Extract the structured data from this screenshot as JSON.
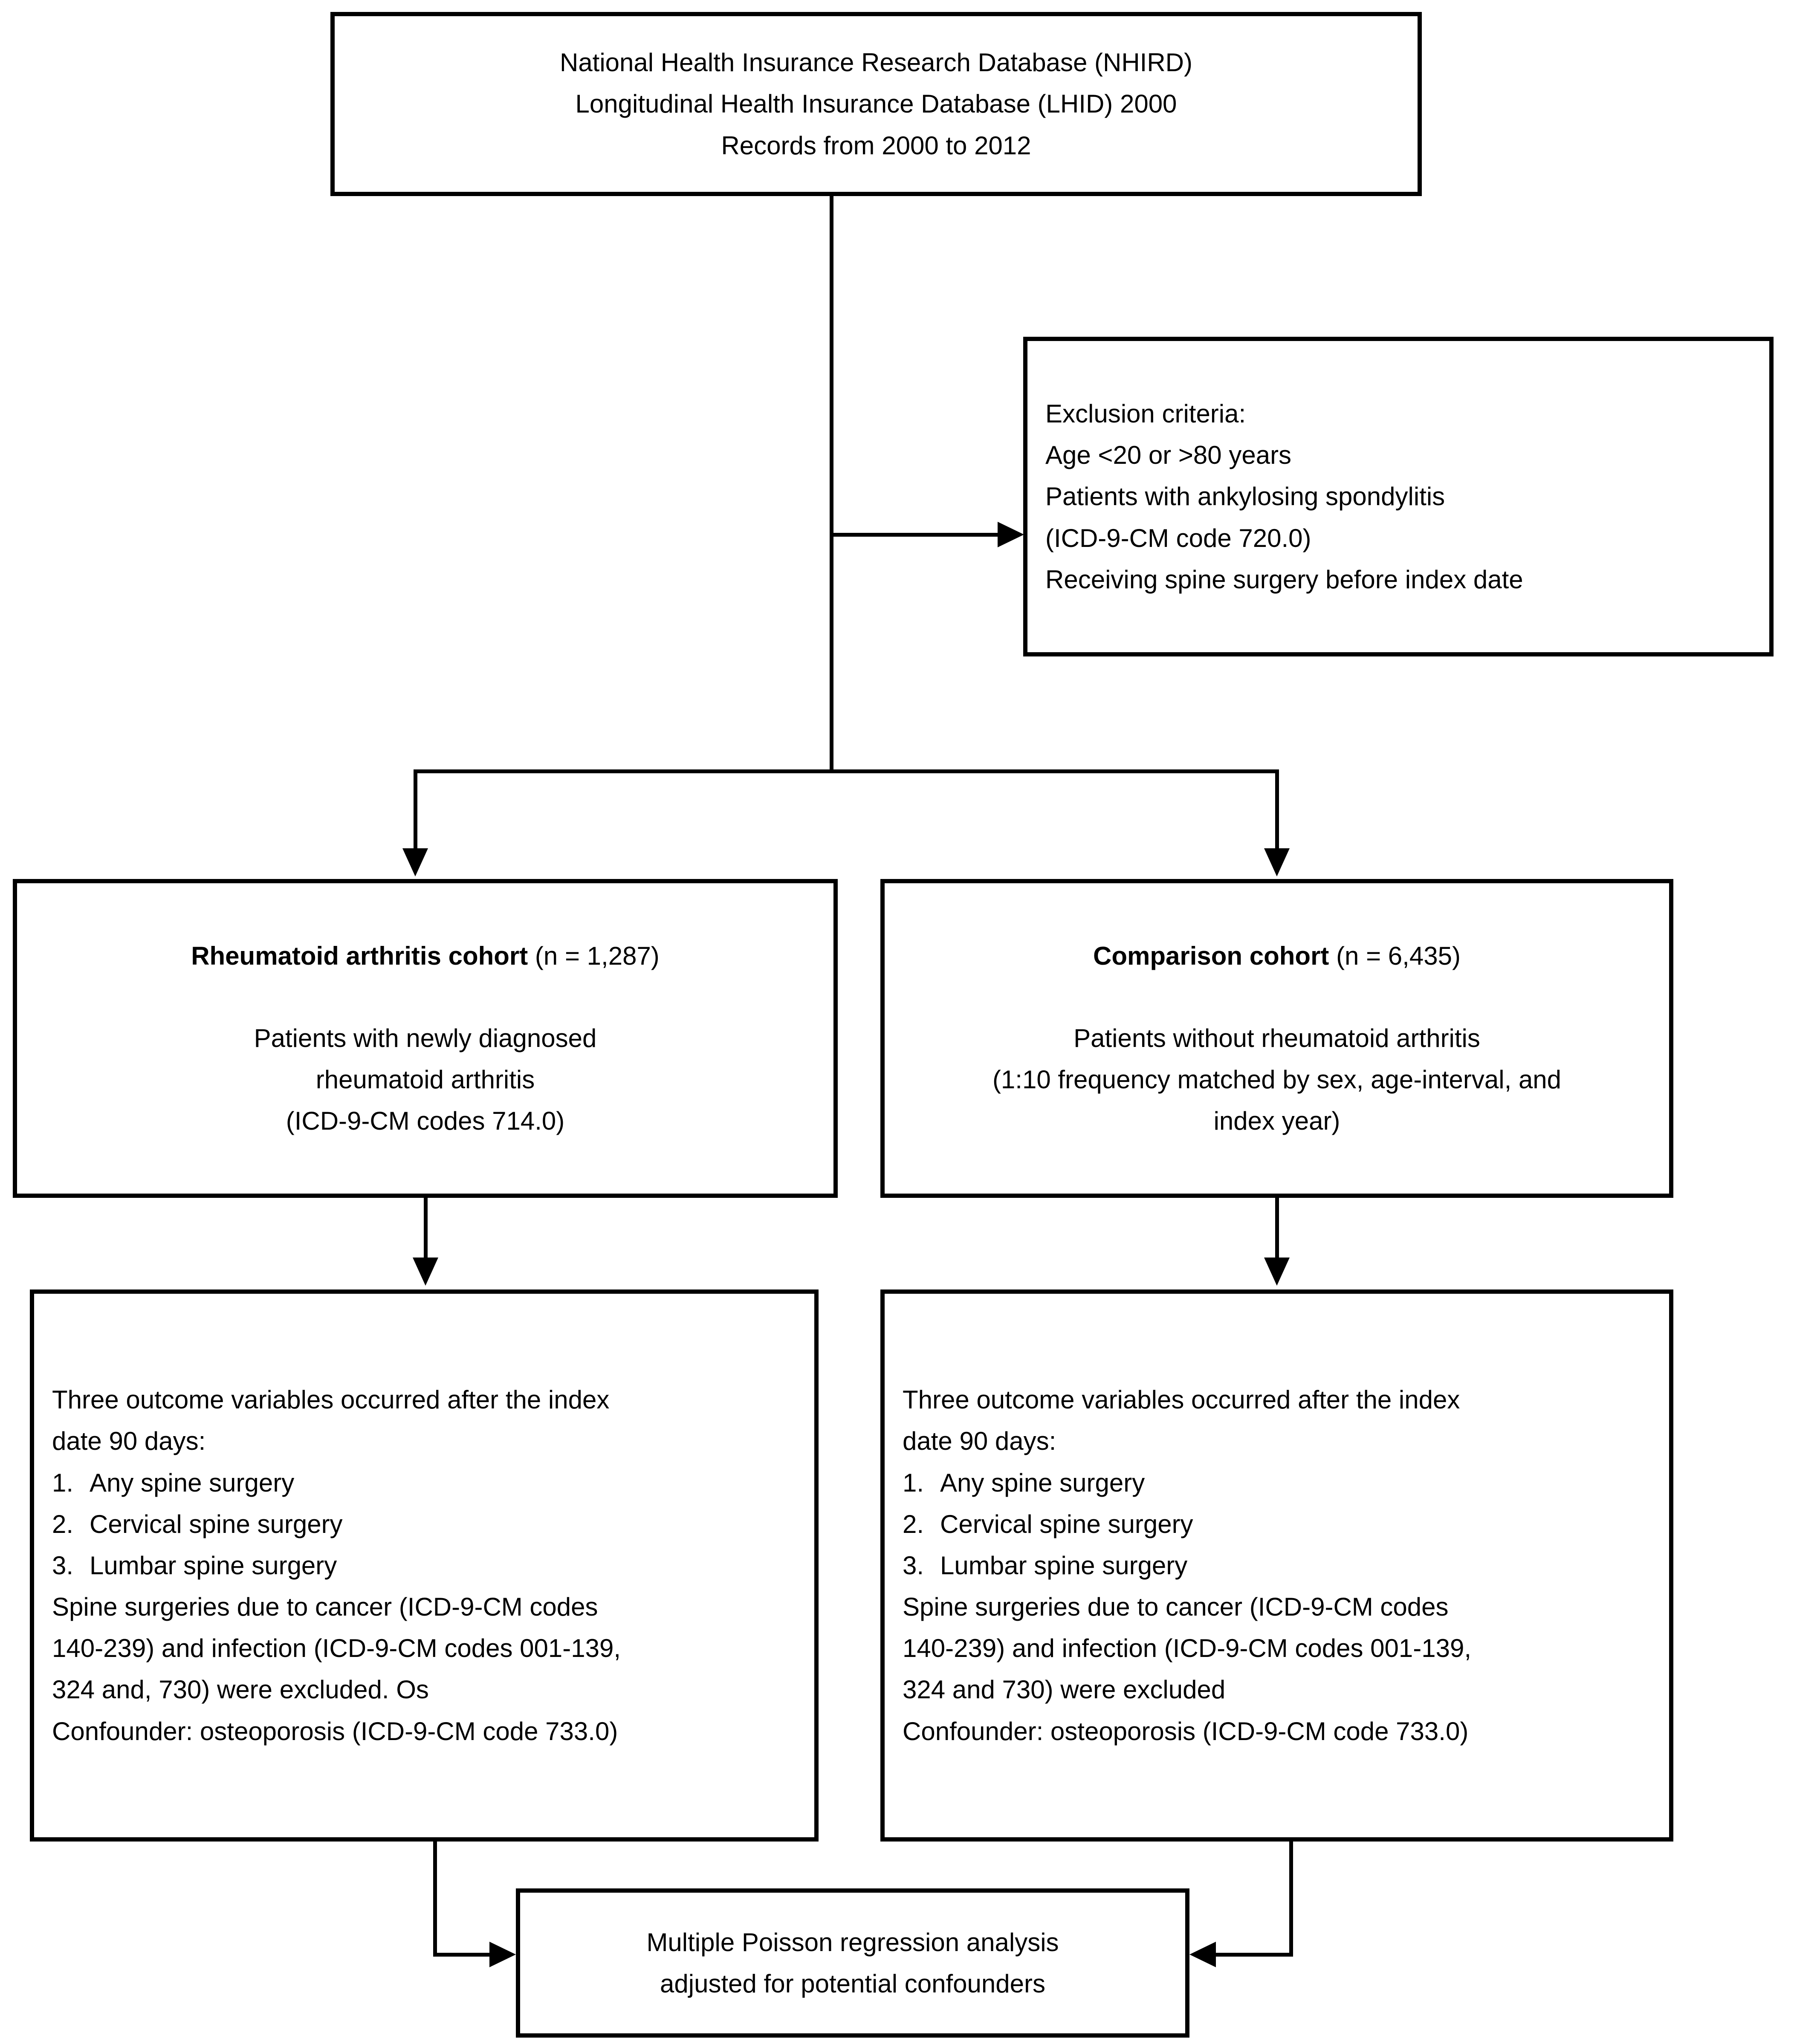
{
  "figure": {
    "type": "flowchart",
    "orientation": "top-to-bottom"
  },
  "source_box": {
    "lines": [
      "National Health Insurance Research Database (NHIRD)",
      "Longitudinal Health Insurance Database (LHID) 2000",
      "Records from 2000 to 2012"
    ]
  },
  "exclusion_box": {
    "lines": [
      "Exclusion criteria:",
      "Age <20 or >80 years",
      "Patients with ankylosing spondylitis",
      "(ICD-9-CM code 720.0)",
      "Receiving spine surgery before index date"
    ]
  },
  "ra_cohort_box": {
    "title_bold": "Rheumatoid arthritis cohort",
    "title_count": " (n = 1,287)",
    "lines": [
      "Patients with newly diagnosed",
      "rheumatoid arthritis",
      "(ICD-9-CM codes 714.0)"
    ]
  },
  "comparison_cohort_box": {
    "title_bold": "Comparison cohort",
    "title_count": " (n = 6,435)",
    "lines": [
      "Patients without rheumatoid arthritis",
      "(1:10 frequency matched by sex, age-interval, and",
      "index year)"
    ]
  },
  "ra_outcome_box": {
    "intro": [
      "Three outcome variables occurred after the index",
      "date 90 days:"
    ],
    "numbered": [
      {
        "num": "1.",
        "text": "Any spine surgery"
      },
      {
        "num": "2.",
        "text": "Cervical spine surgery"
      },
      {
        "num": "3.",
        "text": "Lumbar spine surgery"
      }
    ],
    "footer": [
      "Spine surgeries due to cancer (ICD-9-CM codes",
      "140-239) and infection (ICD-9-CM codes 001-139,",
      "324 and, 730) were excluded. Os",
      "Confounder: osteoporosis (ICD-9-CM code 733.0)"
    ]
  },
  "comparison_outcome_box": {
    "intro": [
      "Three outcome variables occurred after the index",
      "date 90 days:"
    ],
    "numbered": [
      {
        "num": "1.",
        "text": "Any spine surgery"
      },
      {
        "num": "2.",
        "text": "Cervical spine surgery"
      },
      {
        "num": "3.",
        "text": "Lumbar spine surgery"
      }
    ],
    "footer": [
      "Spine surgeries due to cancer (ICD-9-CM codes",
      "140-239) and infection (ICD-9-CM codes 001-139,",
      "324 and 730) were excluded",
      "Confounder: osteoporosis (ICD-9-CM code 733.0)"
    ]
  },
  "analysis_box": {
    "lines": [
      "Multiple Poisson regression analysis",
      "adjusted for potential confounders"
    ]
  },
  "colors": {
    "stroke": "#000000",
    "background": "#ffffff"
  }
}
